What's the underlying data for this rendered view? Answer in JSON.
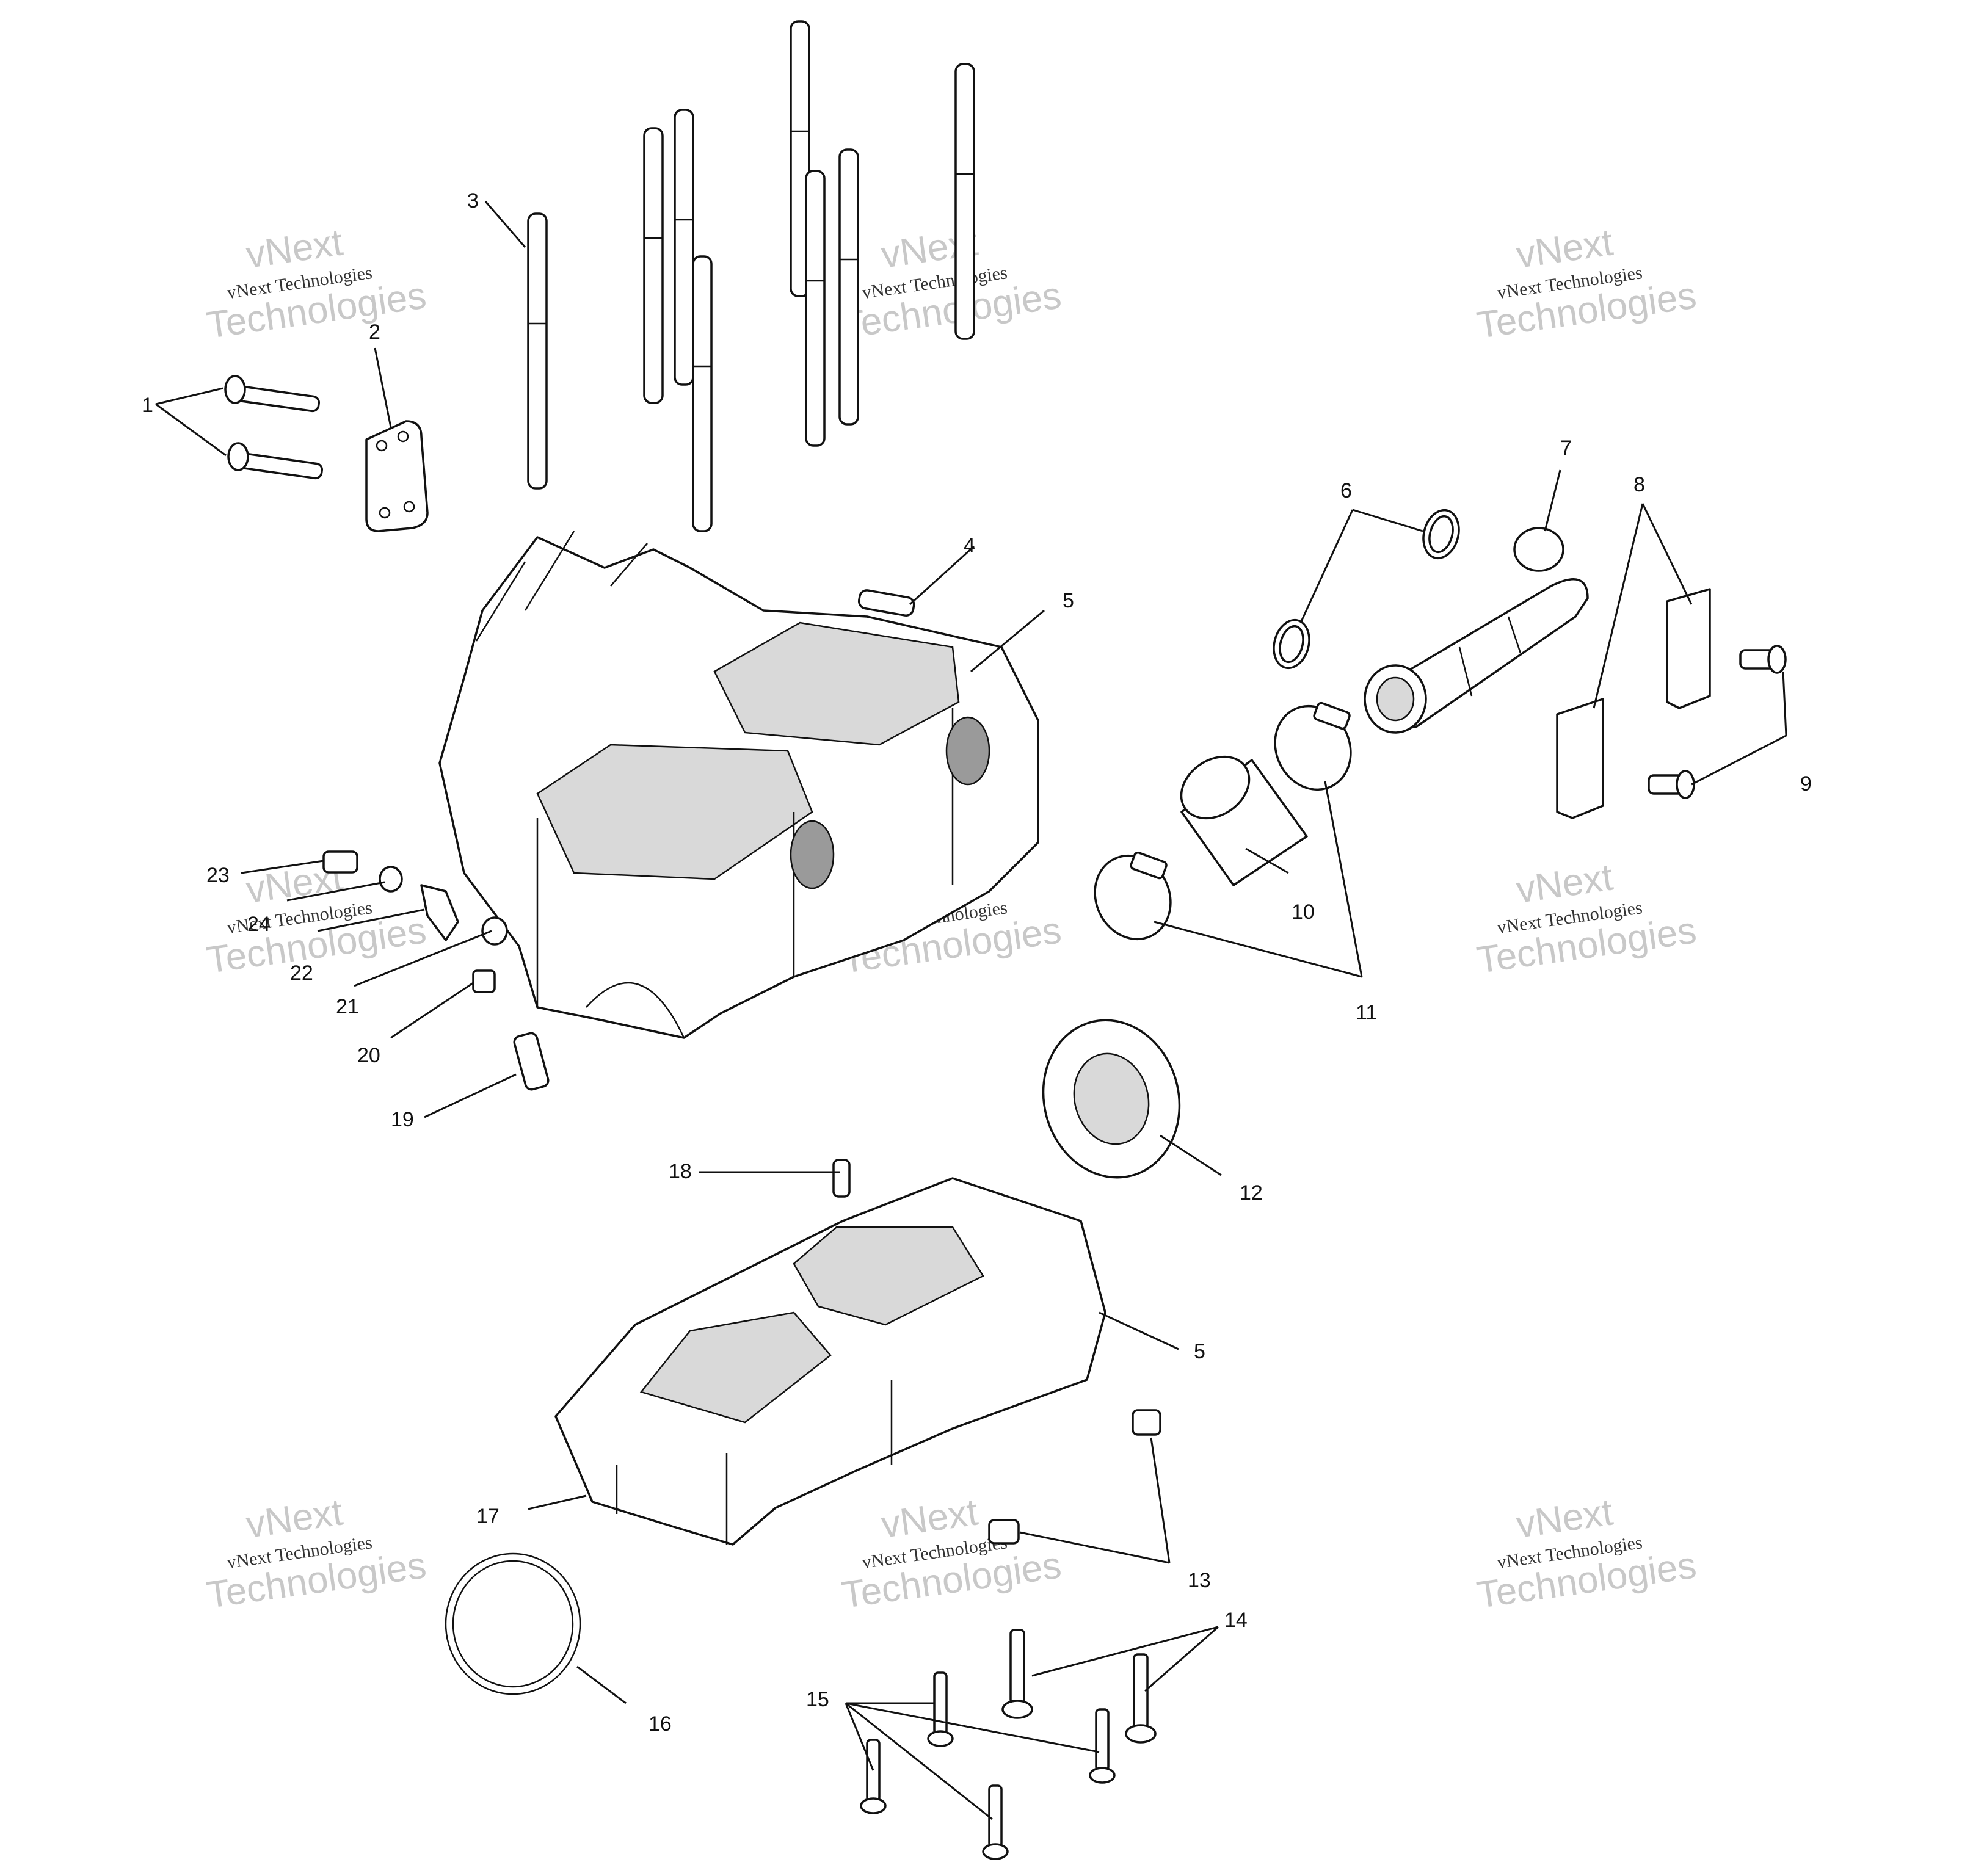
{
  "watermark": {
    "line1": "vNext",
    "line2": "vNext Technologies",
    "line3": "Technologies"
  },
  "callouts": [
    "1",
    "2",
    "3",
    "4",
    "5",
    "6",
    "7",
    "8",
    "9",
    "10",
    "11",
    "12",
    "13",
    "14",
    "15",
    "16",
    "17",
    "18",
    "19",
    "20",
    "21",
    "22",
    "23",
    "24"
  ]
}
